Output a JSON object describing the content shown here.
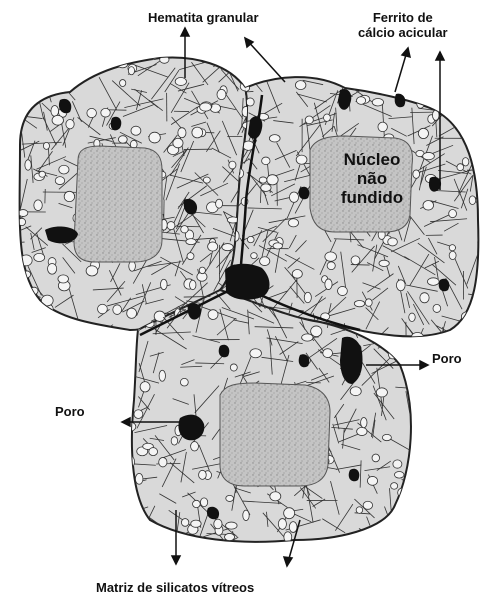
{
  "labels": {
    "hematita": "Hematita granular",
    "ferrito_l1": "Ferrito de",
    "ferrito_l2": "cálcio acicular",
    "nucleo_l1": "Núcleo",
    "nucleo_l2": "não",
    "nucleo_l3": "fundido",
    "poro_right": "Poro",
    "poro_left": "Poro",
    "matriz": "Matriz de silicatos vítreos"
  },
  "colors": {
    "particle_fill": "#d9d9d9",
    "core_fill": "#bdbdbd",
    "pore_fill": "#111111",
    "line": "#222222"
  }
}
